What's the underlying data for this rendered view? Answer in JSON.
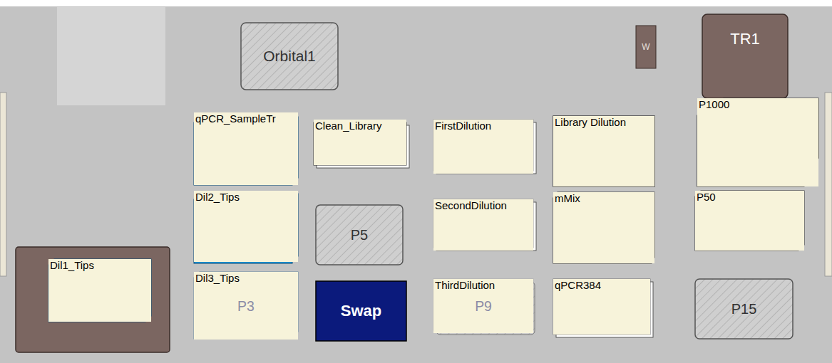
{
  "diagram": {
    "nodes": [
      {
        "text": [
          "Orbital1"
        ]
      },
      {
        "text": [
          "W"
        ]
      },
      {
        "text": [
          "TR1"
        ]
      },
      {
        "text": [
          "qPCR_SampleTr"
        ]
      },
      {
        "text": [
          "Clean_Library"
        ]
      },
      {
        "text": [
          "FirstDilution"
        ]
      },
      {
        "text": [
          "Library Dilution"
        ]
      },
      {
        "text": [
          "P1000"
        ]
      },
      {
        "text": [
          "Dil2_Tips"
        ]
      },
      {
        "text": [
          "P5"
        ]
      },
      {
        "text": [
          "SecondDilution"
        ]
      },
      {
        "text": [
          "mMix"
        ]
      },
      {
        "text": [
          "P50"
        ]
      },
      {
        "text": [
          "Dil1_Tips"
        ]
      },
      {
        "text": [
          "Dil3_Tips",
          "P3"
        ]
      },
      {
        "text": [
          "Swap"
        ]
      },
      {
        "text": [
          "ThirdDilution",
          "P9"
        ]
      },
      {
        "text": [
          "qPCR384"
        ]
      },
      {
        "text": [
          "P15"
        ]
      }
    ]
  }
}
